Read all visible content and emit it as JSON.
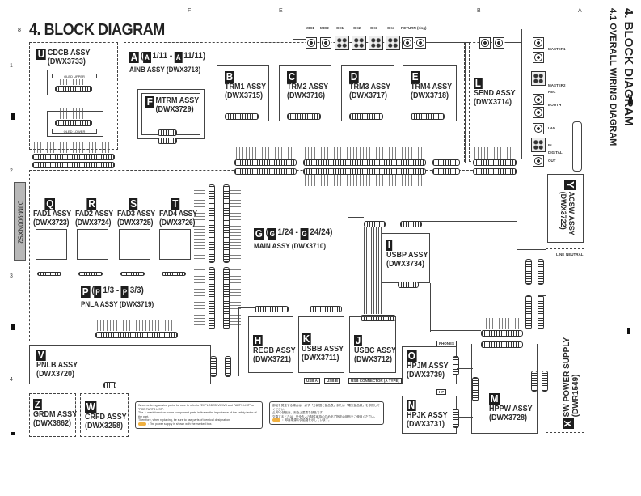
{
  "title": "4. BLOCK DIAGRAM",
  "side_title": "4. BLOCK DIAGRAM",
  "side_subtitle": "4.1 OVERALL WIRING DIAGRAM",
  "model_tab": "DJM-900NXS2",
  "grid_columns": [
    "F",
    "E",
    "B",
    "A"
  ],
  "grid_rows": [
    "1",
    "2",
    "3",
    "4"
  ],
  "assemblies": {
    "U": {
      "letter": "U",
      "name": "CDCB ASSY",
      "part": "(DWX3733)"
    },
    "A": {
      "letter": "A",
      "range_from": "1/11",
      "range_to": "11/11",
      "name": "AINB ASSY (DWX3713)"
    },
    "F": {
      "letter": "F",
      "name": "MTRM ASSY",
      "part": "(DWX3729)"
    },
    "B": {
      "letter": "B",
      "name": "TRM1 ASSY",
      "part": "(DWX3715)"
    },
    "C": {
      "letter": "C",
      "name": "TRM2 ASSY",
      "part": "(DWX3716)"
    },
    "D": {
      "letter": "D",
      "name": "TRM3 ASSY",
      "part": "(DWX3717)"
    },
    "E": {
      "letter": "E",
      "name": "TRM4 ASSY",
      "part": "(DWX3718)"
    },
    "L": {
      "letter": "L",
      "name": "SEND ASSY",
      "part": "(DWX3714)"
    },
    "Q": {
      "letter": "Q",
      "name": "FAD1 ASSY",
      "part": "(DWX3723)"
    },
    "R": {
      "letter": "R",
      "name": "FAD2 ASSY",
      "part": "(DWX3724)"
    },
    "S": {
      "letter": "S",
      "name": "FAD3 ASSY",
      "part": "(DWX3725)"
    },
    "T": {
      "letter": "T",
      "name": "FAD4 ASSY",
      "part": "(DWX3726)"
    },
    "P": {
      "letter": "P",
      "range_from": "1/3",
      "range_to": "3/3",
      "name": "PNLA ASSY (DWX3719)"
    },
    "G": {
      "letter": "G",
      "range_from": "1/24",
      "range_to": "24/24",
      "name": "MAIN ASSY (DWX3710)"
    },
    "I": {
      "letter": "I",
      "name": "USBP ASSY",
      "part": "(DWX3734)"
    },
    "H": {
      "letter": "H",
      "name": "REGB ASSY",
      "part": "(DWX3721)"
    },
    "K": {
      "letter": "K",
      "name": "USBB ASSY",
      "part": "(DWX3711)"
    },
    "J": {
      "letter": "J",
      "name": "USBC ASSY",
      "part": "(DWX3712)"
    },
    "O": {
      "letter": "O",
      "name": "HPJM ASSY",
      "part": "(DWX3739)"
    },
    "N": {
      "letter": "N",
      "name": "HPJK ASSY",
      "part": "(DWX3731)"
    },
    "M": {
      "letter": "M",
      "name": "HPPW ASSY",
      "part": "(DWX3728)"
    },
    "V": {
      "letter": "V",
      "name": "PNLB ASSY",
      "part": "(DWX3720)"
    },
    "Z": {
      "letter": "Z",
      "name": "GRDM ASSY",
      "part": "(DWX3862)"
    },
    "W": {
      "letter": "W",
      "name": "CRFD ASSY",
      "part": "(DWX3258)"
    },
    "X": {
      "letter": "X",
      "name": "SW POWER SUPPLY",
      "part": "(DWR1549)"
    },
    "Y": {
      "letter": "Y",
      "name": "ACSW ASSY",
      "part": "(DWX3722)"
    }
  },
  "top_jacks": [
    "MIC1",
    "MIC2",
    "CH1",
    "CH2",
    "CH3",
    "CH4",
    "RETURN (ring)"
  ],
  "rear_labels": [
    "MASTER1",
    "MASTER2",
    "REC",
    "BOOTH",
    "LAN",
    "DIGITAL",
    "IN",
    "OUT"
  ],
  "usb_labels": [
    "USB A",
    "USB B",
    "USB CONNECTOR (A TYPE)"
  ],
  "oled_labels": [
    "OLED UPPER",
    "OLED LOWER"
  ],
  "phones_labels": [
    "PHONES",
    "HP"
  ],
  "power_labels": [
    "LINE",
    "NEUTRAL"
  ],
  "notes": {
    "en": [
      "When ordering service parts, be sure to refer to \"EXPLODED VIEWS and PARTS LIST\" or \"PCB PARTS LIST\".",
      "The ⚠ mark found on some component parts indicates the importance of the safety factor of the part.",
      "Therefore, when replacing, be sure to use parts of identical designation.",
      ": The power supply is shown with the marked box."
    ],
    "ja": [
      "部品を発注する場合は、必ず「分解図と部品表」または「電気部品表」を参照してください。",
      "⚠ 印の部品は、安全上重要な部品です。",
      "交換するときは、安全および特性維持のため必ず指定の部品をご使用ください。",
      "：印は電源の供給路を示しています。"
    ]
  },
  "colors": {
    "line": "#444444",
    "label_badge": "#1d1d1d",
    "model_tab": "#b8b8b8",
    "power_mark": "#f0b040"
  }
}
